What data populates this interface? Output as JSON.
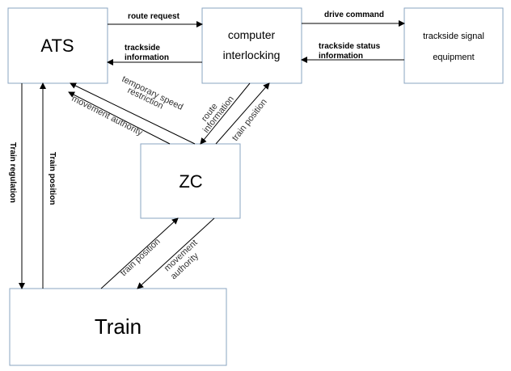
{
  "nodes": {
    "ats": "ATS",
    "ci_line1": "computer",
    "ci_line2": "interlocking",
    "tse_line1": "trackside signal",
    "tse_line2": "equipment",
    "zc": "ZC",
    "train": "Train"
  },
  "edges": {
    "route_request": "route request",
    "trackside_info_line1": "trackside",
    "trackside_info_line2": "information",
    "drive_command": "drive command",
    "trackside_status_line1": "trackside  status",
    "trackside_status_line2": "information",
    "temp_speed_line1": "temporary speed",
    "temp_speed_line2": "restriction",
    "movement_authority_ats": "movement authority",
    "route_info_line1": "route",
    "route_info_line2": "information",
    "train_position_ci": "train position",
    "train_regulation": "Train regulation",
    "train_position_ats": "Train position",
    "train_position_zc": "train position",
    "movement_authority_train_line1": "movement",
    "movement_authority_train_line2": "authority"
  }
}
